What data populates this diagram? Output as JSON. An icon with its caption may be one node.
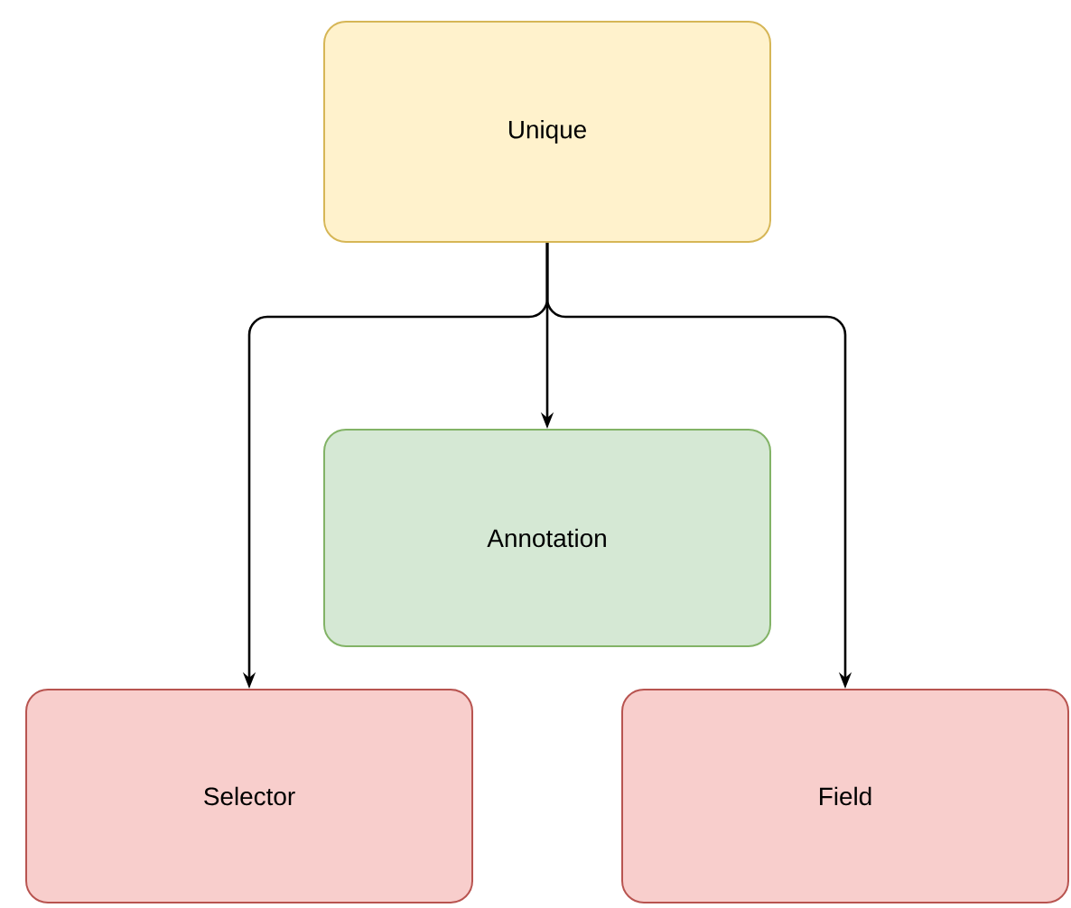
{
  "diagram": {
    "nodes": [
      {
        "text": [
          "Unique"
        ]
      },
      {
        "text": [
          "Annotation"
        ]
      },
      {
        "text": [
          "Selector"
        ]
      },
      {
        "text": [
          "Field"
        ]
      }
    ],
    "edges": [
      {
        "from": 0,
        "to": 2,
        "arrow": "to"
      },
      {
        "from": 0,
        "to": 1,
        "arrow": "to"
      },
      {
        "from": 0,
        "to": 3,
        "arrow": "to"
      }
    ]
  }
}
